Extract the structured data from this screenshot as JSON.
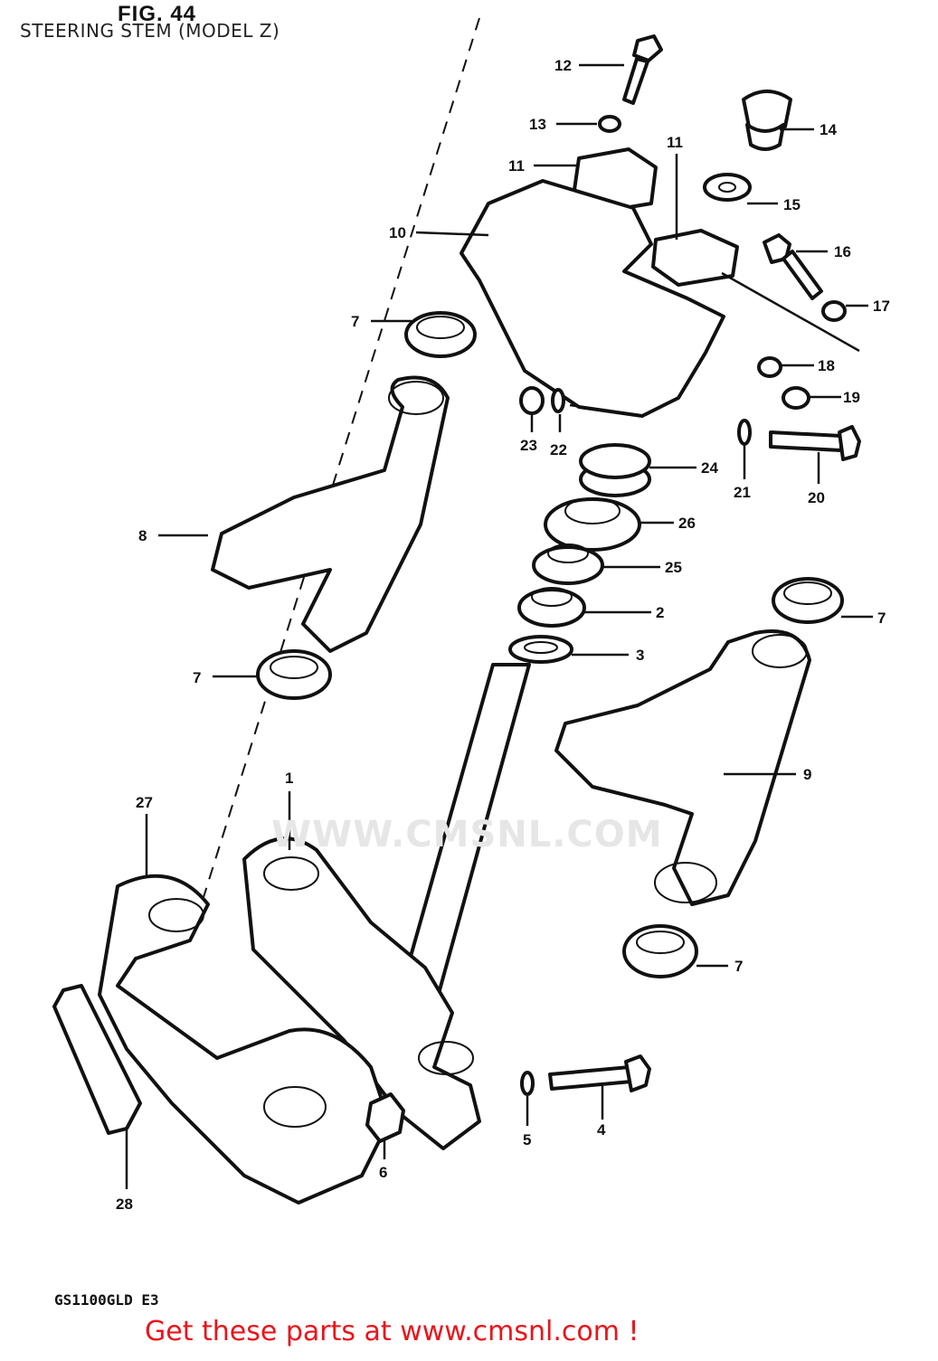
{
  "figure": {
    "number": "FIG. 44",
    "title": "STEERING STEM (MODEL Z)",
    "model_code": "GS1100GLD E3"
  },
  "watermark": "WWW.CMSNL.COM",
  "promo_link": "Get these parts at www.cmsnl.com !",
  "callouts": [
    {
      "id": "c12",
      "label": "12"
    },
    {
      "id": "c13",
      "label": "13"
    },
    {
      "id": "c14",
      "label": "14"
    },
    {
      "id": "c11a",
      "label": "11"
    },
    {
      "id": "c11b",
      "label": "11"
    },
    {
      "id": "c15",
      "label": "15"
    },
    {
      "id": "c10",
      "label": "10"
    },
    {
      "id": "c16",
      "label": "16"
    },
    {
      "id": "c17",
      "label": "17"
    },
    {
      "id": "c7a",
      "label": "7"
    },
    {
      "id": "c18",
      "label": "18"
    },
    {
      "id": "c19",
      "label": "19"
    },
    {
      "id": "c23",
      "label": "23"
    },
    {
      "id": "c22",
      "label": "22"
    },
    {
      "id": "c21",
      "label": "21"
    },
    {
      "id": "c20",
      "label": "20"
    },
    {
      "id": "c24",
      "label": "24"
    },
    {
      "id": "c8",
      "label": "8"
    },
    {
      "id": "c26",
      "label": "26"
    },
    {
      "id": "c25",
      "label": "25"
    },
    {
      "id": "c7b",
      "label": "7"
    },
    {
      "id": "c2",
      "label": "2"
    },
    {
      "id": "c3",
      "label": "3"
    },
    {
      "id": "c7c",
      "label": "7"
    },
    {
      "id": "c9",
      "label": "9"
    },
    {
      "id": "c1",
      "label": "1"
    },
    {
      "id": "c27",
      "label": "27"
    },
    {
      "id": "c7d",
      "label": "7"
    },
    {
      "id": "c5",
      "label": "5"
    },
    {
      "id": "c4",
      "label": "4"
    },
    {
      "id": "c6",
      "label": "6"
    },
    {
      "id": "c28",
      "label": "28"
    }
  ]
}
